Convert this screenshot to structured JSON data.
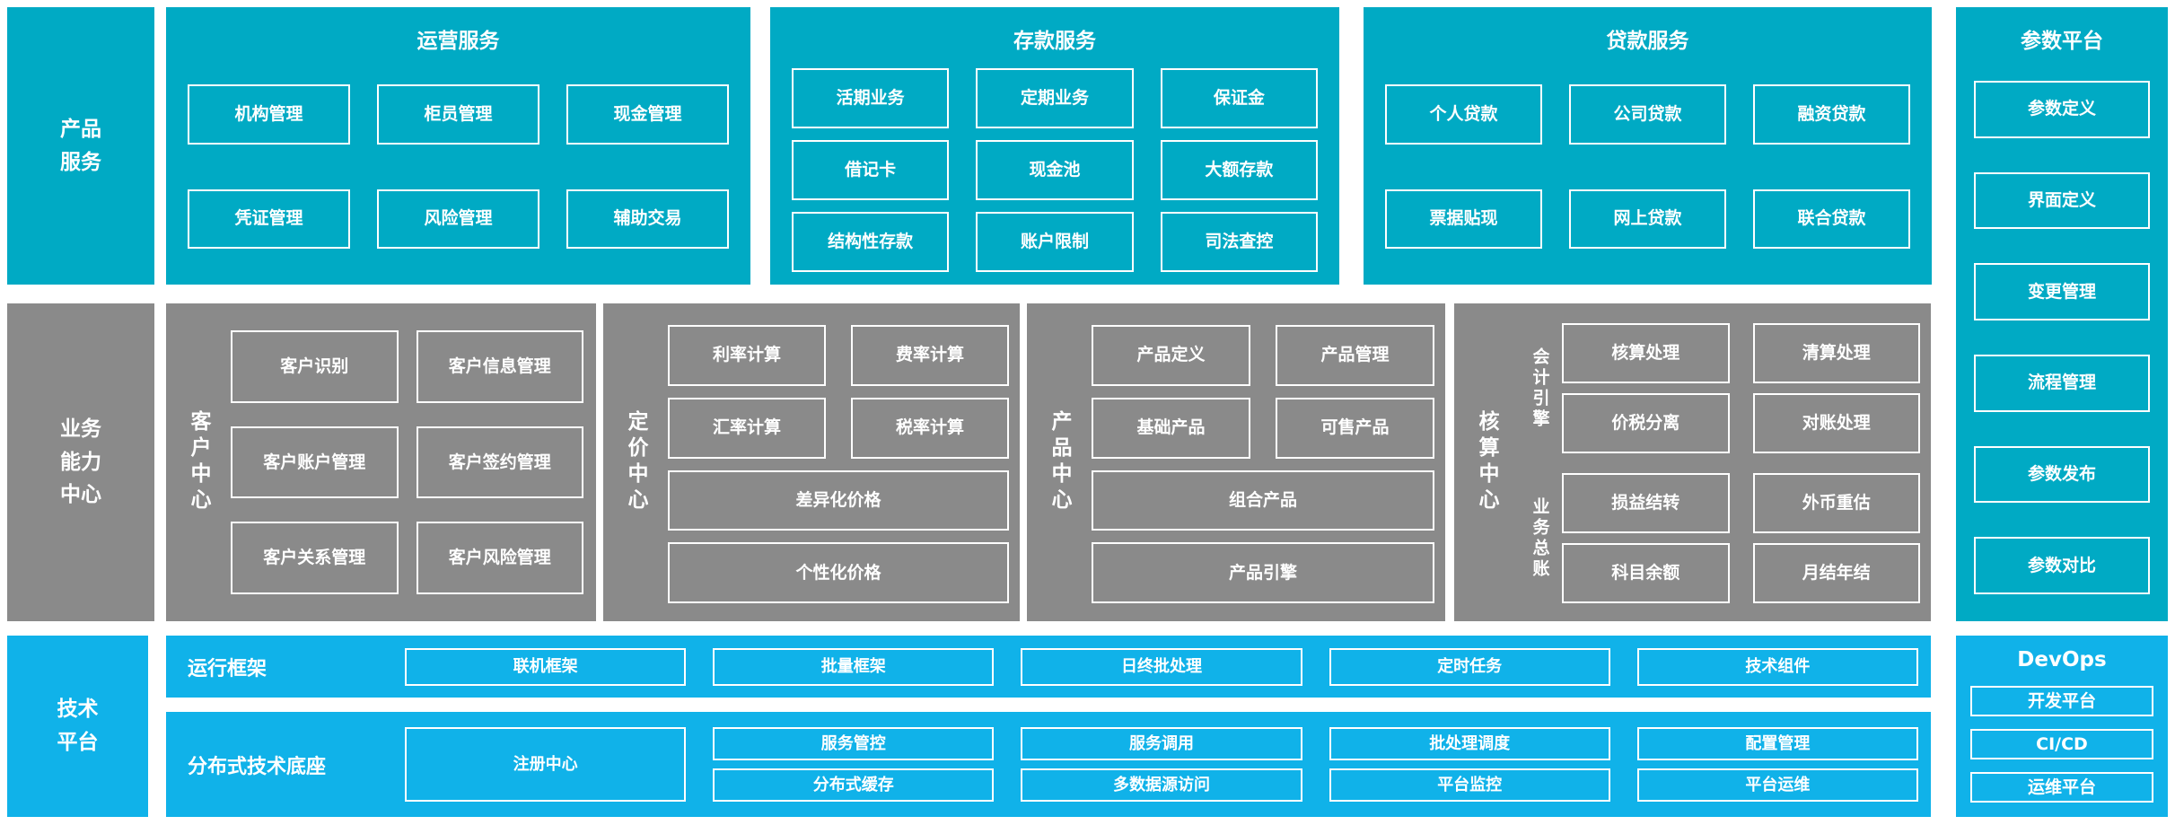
{
  "colors": {
    "teal": "#00aac4",
    "gray": "#8a8a8a",
    "blue": "#10b2e9",
    "text": "#ffffff",
    "bg": "#ffffff"
  },
  "product_row": {
    "label": "产品\n服务",
    "panels": [
      {
        "title": "运营服务",
        "items": [
          "机构管理",
          "柜员管理",
          "现金管理",
          "凭证管理",
          "风险管理",
          "辅助交易"
        ]
      },
      {
        "title": "存款服务",
        "items": [
          "活期业务",
          "定期业务",
          "保证金",
          "借记卡",
          "现金池",
          "大额存款",
          "结构性存款",
          "账户限制",
          "司法查控"
        ]
      },
      {
        "title": "贷款服务",
        "items": [
          "个人贷款",
          "公司贷款",
          "融资贷款",
          "票据贴现",
          "网上贷款",
          "联合贷款"
        ]
      }
    ]
  },
  "param_platform": {
    "title": "参数平台",
    "items": [
      "参数定义",
      "界面定义",
      "变更管理",
      "流程管理",
      "参数发布",
      "参数对比"
    ]
  },
  "business_row": {
    "label": "业务\n能力\n中心",
    "customer_center": {
      "label": "客户中心",
      "items": [
        "客户识别",
        "客户信息管理",
        "客户账户管理",
        "客户签约管理",
        "客户关系管理",
        "客户风险管理"
      ]
    },
    "pricing_center": {
      "label": "定价中心",
      "items": [
        "利率计算",
        "费率计算",
        "汇率计算",
        "税率计算"
      ],
      "wide_items": [
        "差异化价格",
        "个性化价格"
      ]
    },
    "product_center": {
      "label": "产品中心",
      "items": [
        "产品定义",
        "产品管理",
        "基础产品",
        "可售产品"
      ],
      "wide_items": [
        "组合产品",
        "产品引擎"
      ]
    },
    "accounting_center": {
      "label": "核算中心",
      "groups": [
        {
          "label": "会计引擎",
          "items": [
            "核算处理",
            "清算处理",
            "价税分离",
            "对账处理"
          ]
        },
        {
          "label": "业务总账",
          "items": [
            "损益结转",
            "外币重估",
            "科目余额",
            "月结年结"
          ]
        }
      ]
    }
  },
  "tech_row": {
    "label": "技术\n平台",
    "run_framework": {
      "label": "运行框架",
      "items": [
        "联机框架",
        "批量框架",
        "日终批处理",
        "定时任务",
        "技术组件"
      ]
    },
    "distributed_base": {
      "label": "分布式技术底座",
      "registry": "注册中心",
      "items": [
        "服务管控",
        "服务调用",
        "批处理调度",
        "配置管理",
        "分布式缓存",
        "多数据源访问",
        "平台监控",
        "平台运维"
      ]
    }
  },
  "devops": {
    "title": "DevOps",
    "items": [
      "开发平台",
      "CI/CD",
      "运维平台"
    ]
  }
}
